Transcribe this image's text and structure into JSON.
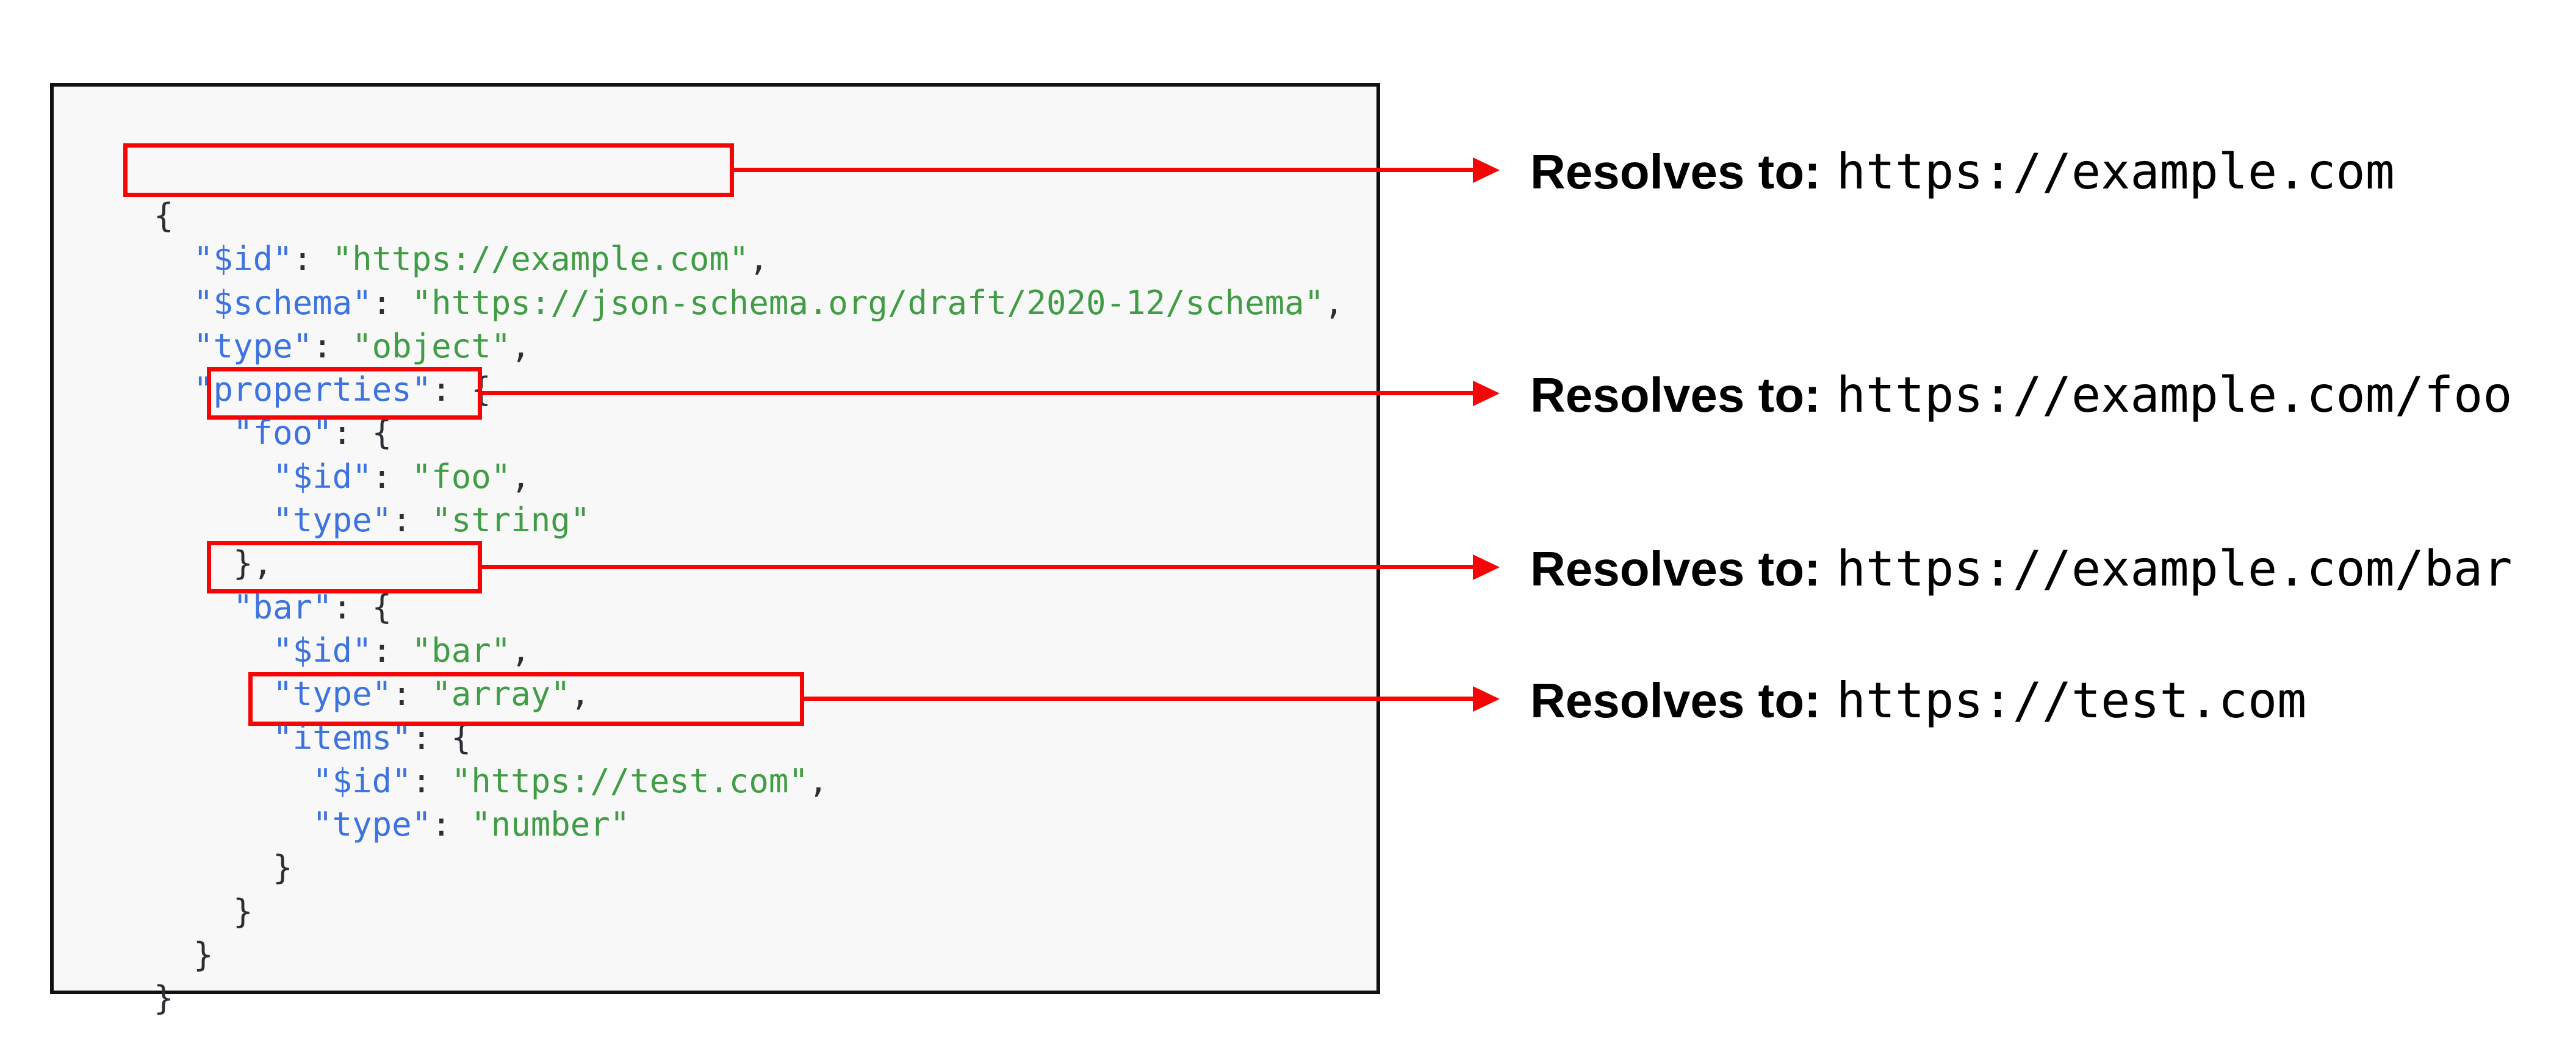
{
  "colors": {
    "key": "#3d73df",
    "string": "#419d45",
    "punctuation": "#2b2f33",
    "accent_red": "#f40606",
    "code_bg": "#f8f8f8",
    "box_border": "#111111"
  },
  "code_block": {
    "lines": [
      [
        {
          "t": "pln",
          "v": "{"
        }
      ],
      [
        {
          "t": "pln",
          "v": "  "
        },
        {
          "t": "key",
          "v": "\"$id\""
        },
        {
          "t": "pln",
          "v": ": "
        },
        {
          "t": "str",
          "v": "\"https://example.com\""
        },
        {
          "t": "pln",
          "v": ","
        }
      ],
      [
        {
          "t": "pln",
          "v": "  "
        },
        {
          "t": "key",
          "v": "\"$schema\""
        },
        {
          "t": "pln",
          "v": ": "
        },
        {
          "t": "str",
          "v": "\"https://json-schema.org/draft/2020-12/schema\""
        },
        {
          "t": "pln",
          "v": ","
        }
      ],
      [
        {
          "t": "pln",
          "v": "  "
        },
        {
          "t": "key",
          "v": "\"type\""
        },
        {
          "t": "pln",
          "v": ": "
        },
        {
          "t": "str",
          "v": "\"object\""
        },
        {
          "t": "pln",
          "v": ","
        }
      ],
      [
        {
          "t": "pln",
          "v": "  "
        },
        {
          "t": "key",
          "v": "\"properties\""
        },
        {
          "t": "pln",
          "v": ": {"
        }
      ],
      [
        {
          "t": "pln",
          "v": "    "
        },
        {
          "t": "key",
          "v": "\"foo\""
        },
        {
          "t": "pln",
          "v": ": {"
        }
      ],
      [
        {
          "t": "pln",
          "v": "      "
        },
        {
          "t": "key",
          "v": "\"$id\""
        },
        {
          "t": "pln",
          "v": ": "
        },
        {
          "t": "str",
          "v": "\"foo\""
        },
        {
          "t": "pln",
          "v": ","
        }
      ],
      [
        {
          "t": "pln",
          "v": "      "
        },
        {
          "t": "key",
          "v": "\"type\""
        },
        {
          "t": "pln",
          "v": ": "
        },
        {
          "t": "str",
          "v": "\"string\""
        }
      ],
      [
        {
          "t": "pln",
          "v": "    },"
        }
      ],
      [
        {
          "t": "pln",
          "v": "    "
        },
        {
          "t": "key",
          "v": "\"bar\""
        },
        {
          "t": "pln",
          "v": ": {"
        }
      ],
      [
        {
          "t": "pln",
          "v": "      "
        },
        {
          "t": "key",
          "v": "\"$id\""
        },
        {
          "t": "pln",
          "v": ": "
        },
        {
          "t": "str",
          "v": "\"bar\""
        },
        {
          "t": "pln",
          "v": ","
        }
      ],
      [
        {
          "t": "pln",
          "v": "      "
        },
        {
          "t": "key",
          "v": "\"type\""
        },
        {
          "t": "pln",
          "v": ": "
        },
        {
          "t": "str",
          "v": "\"array\""
        },
        {
          "t": "pln",
          "v": ","
        }
      ],
      [
        {
          "t": "pln",
          "v": "      "
        },
        {
          "t": "key",
          "v": "\"items\""
        },
        {
          "t": "pln",
          "v": ": {"
        }
      ],
      [
        {
          "t": "pln",
          "v": "        "
        },
        {
          "t": "key",
          "v": "\"$id\""
        },
        {
          "t": "pln",
          "v": ": "
        },
        {
          "t": "str",
          "v": "\"https://test.com\""
        },
        {
          "t": "pln",
          "v": ","
        }
      ],
      [
        {
          "t": "pln",
          "v": "        "
        },
        {
          "t": "key",
          "v": "\"type\""
        },
        {
          "t": "pln",
          "v": ": "
        },
        {
          "t": "str",
          "v": "\"number\""
        }
      ],
      [
        {
          "t": "pln",
          "v": "      }"
        }
      ],
      [
        {
          "t": "pln",
          "v": "    }"
        }
      ],
      [
        {
          "t": "pln",
          "v": "  }"
        }
      ],
      [
        {
          "t": "pln",
          "v": "}"
        }
      ]
    ]
  },
  "annotations": [
    {
      "label": "Resolves to:",
      "url": "https://example.com"
    },
    {
      "label": "Resolves to:",
      "url": "https://example.com/foo"
    },
    {
      "label": "Resolves to:",
      "url": "https://example.com/bar"
    },
    {
      "label": "Resolves to:",
      "url": "https://test.com"
    }
  ]
}
